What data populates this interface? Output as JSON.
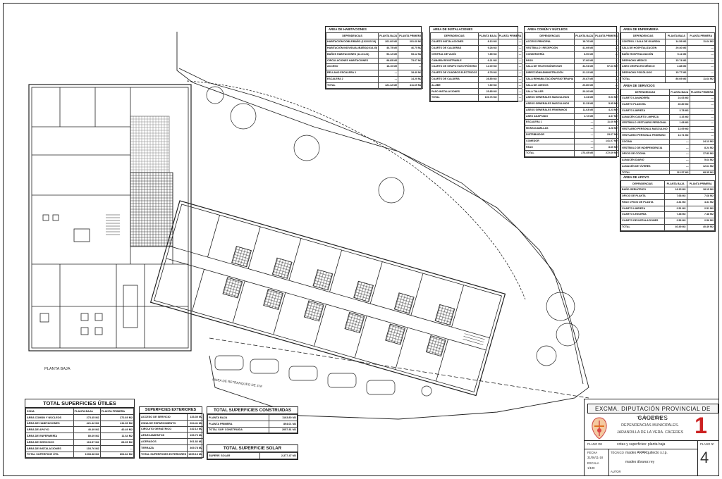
{
  "plan_labels": {
    "planta": "PLANTA BAJA",
    "linea": "LÍNEA DE RETRANQUEO DE 3 M"
  },
  "tables": {
    "habitaciones": {
      "title": "ÁREA DE HABITACIONES",
      "headers": [
        "DEPENDENCIAS",
        "PLANTA BAJA",
        "PLANTA PRIMERA"
      ],
      "rows": [
        [
          "HABITACIÓN DOBLE/BAÑO (1X22/25.18)",
          "201.60 M2",
          "201.60 M2"
        ],
        [
          "HABITACIÓN INDIVIDUAL/BAÑO(2X18.25)",
          "46.75 M2",
          "46.75 M2"
        ],
        [
          "BAÑOS HABITACIONES (12.2/4.24)",
          "53.12 M2",
          "53.12 M2"
        ],
        [
          "CIRCULACIONES HABITACIONES",
          "98.85 M2",
          "73.67 M2"
        ],
        [
          "ACCESO",
          "18.10 M2",
          "---"
        ],
        [
          "RELLANO ESCALERA 2",
          "---",
          "18.40 M2"
        ],
        [
          "ESCALERA 2",
          "---",
          "14.20 M2"
        ],
        [
          "TOTAL",
          "421.42 M2",
          "411.69 M2"
        ]
      ]
    },
    "instalaciones": {
      "title": "ÁREA DE INSTALACIONES",
      "headers": [
        "DEPENDENCIAS",
        "PLANTA BAJA",
        "PLANTA PRIMERA"
      ],
      "rows": [
        [
          "CUARTO INSTALACIONES",
          "8.13 M2",
          "---"
        ],
        [
          "CUARTO DE CALDERAS",
          "9.28 M2",
          "---"
        ],
        [
          "CENTRAL DE VACÍO",
          "7.85 M2",
          "---"
        ],
        [
          "CÁMARA REGISTRABLE",
          "6.21 M2",
          "---"
        ],
        [
          "CUARTO DE GRUPO ELECTRÓGENO",
          "12.00 M2",
          "---"
        ],
        [
          "CUARTO DE CUADROS ELÉCTRICOS",
          "8.78 M2",
          "---"
        ],
        [
          "CUARTO DE CALDERA",
          "28.85 M2",
          "---"
        ],
        [
          "ALJIBE",
          "7.80 M2",
          "---"
        ],
        [
          "PASO INSTALACIONES",
          "25.85 M2",
          "---"
        ],
        [
          "TOTAL",
          "103.76 M2",
          "---"
        ]
      ]
    },
    "comun": {
      "title": "ÁREA COMÚN Y NÚCLEOS",
      "headers": [
        "DEPENDENCIAS",
        "PLANTA BAJA",
        "PLANTA PRIMERA"
      ],
      "rows": [
        [
          "ACCESO PRINCIPAL",
          "18.76 M2",
          "---"
        ],
        [
          "VESTÍBULO / RECEPCIÓN",
          "41.69 M2",
          "---"
        ],
        [
          "CONSERJERÍA",
          "8.00 M2",
          "---"
        ],
        [
          "PASO",
          "17.60 M2",
          "---"
        ],
        [
          "SALA DE TELEVISIÓN/ESTAR",
          "34.94 M2",
          "57.63 M2"
        ],
        [
          "DIRECCIÓN/ADMINISTRACIÓN",
          "21.22 M2",
          "---"
        ],
        [
          "SALA REHABILITACIÓN/FISIOTERAPIA",
          "20.87 M2",
          "---"
        ],
        [
          "SALA DE JUEGOS",
          "20.80 M2",
          "---"
        ],
        [
          "SALA TALLER",
          "20.20 M2",
          "---"
        ],
        [
          "ASEOS GENERALES MASCULINOS",
          "3.34 M2",
          "5.03 M2"
        ],
        [
          "ASEOS GENERALES MASCULINOS",
          "11.33 M2",
          "5.95 M2"
        ],
        [
          "ASEOS GENERALES FEMENINOS",
          "11.63 M2",
          "4.23 M2"
        ],
        [
          "ASEO ADAPTADO",
          "4.72 M2",
          "4.37 M2"
        ],
        [
          "ESCALERA 1",
          "---",
          "11.60 M2"
        ],
        [
          "MONTACAMILLAS",
          "---",
          "4.28 M2"
        ],
        [
          "DISTRIBUIDOR",
          "---",
          "23.67 M2"
        ],
        [
          "COMEDOR",
          "---",
          "141.07 M2"
        ],
        [
          "PASO",
          "---",
          "8.60 M2"
        ],
        [
          "TOTAL",
          "273.45 M2",
          "272.69 M2"
        ]
      ]
    },
    "enfermeria": {
      "title": "ÁREA DE ENFERMERÍA",
      "headers": [
        "DEPENDENCIAS",
        "PLANTA BAJA",
        "PLANTA PRIMERA"
      ],
      "rows": [
        [
          "CONTROL / SALA DE GUARDIA",
          "14.59 M2",
          "11.64 M2"
        ],
        [
          "SALA DE HOSPITALIZACIÓN",
          "29.40 M2",
          "---"
        ],
        [
          "BAÑO HOSPITALIZACIÓN",
          "5.11 M2",
          "---"
        ],
        [
          "DESPACHO MÉDICO",
          "15.74 M2",
          "---"
        ],
        [
          "ASEO DESPACHO MÉDICO",
          "2.88 M2",
          "---"
        ],
        [
          "DESPACHO PSICÓLOGO",
          "15.77 M2",
          "---"
        ],
        [
          "TOTAL",
          "80.69 M2",
          "11.64 M2"
        ]
      ]
    },
    "servicios": {
      "title": "ÁREA DE SERVICIOS",
      "headers": [
        "DEPENDENCIAS",
        "PLANTA BAJA",
        "PLANTA PRIMERA"
      ],
      "rows": [
        [
          "CUARTO LAVANDERÍA",
          "24.03 M2",
          "---"
        ],
        [
          "CUARTO PLANCHA",
          "40.80 M2",
          "---"
        ],
        [
          "CUARTO LIMPIEZA",
          "3.78 M2",
          "---"
        ],
        [
          "ALMACÉN CUARTO LIMPIEZA",
          "3.16 M2",
          "---"
        ],
        [
          "VESTÍBULO VESTUARIO PERSONAL",
          "1.68 M2",
          "---"
        ],
        [
          "VESTUARIO PERSONAL MASCULINO",
          "13.09 M2",
          "---"
        ],
        [
          "VESTUARIO PERSONAL FEMENINO",
          "13.71 M2",
          "---"
        ],
        [
          "COCINA",
          "---",
          "24.13 M2"
        ],
        [
          "VESTÍBULO DE INDEPENDENCIA",
          "---",
          "8.24 M2"
        ],
        [
          "OFICIO DE COCINA",
          "---",
          "17.83 M2"
        ],
        [
          "ALMACÉN DIARIO",
          "---",
          "5.64 M2"
        ],
        [
          "ALMACÉN DE VÍVERES",
          "---",
          "12.61 M2"
        ],
        [
          "TOTAL",
          "113.57 M2",
          "68.35 M2"
        ]
      ]
    },
    "apoyo": {
      "title": "ÁREA DE APOYO",
      "headers": [
        "DEPENDENCIAS",
        "PLANTA BAJA",
        "PLANTA PRIMERA"
      ],
      "rows": [
        [
          "BAÑO GERIÁTRICO",
          "18.15 M2",
          "18.15 M2"
        ],
        [
          "OFICIO DE PLANTA",
          "7.68 M2",
          "7.68 M2"
        ],
        [
          "PASO OFICIO DE PLANTA",
          "4.31 M2",
          "4.31 M2"
        ],
        [
          "CUARTO LIMPIEZA",
          "2.51 M2",
          "2.51 M2"
        ],
        [
          "CUARTO LENCERÍA",
          "7.48 M2",
          "7.48 M2"
        ],
        [
          "CUARTO DE INSTALACIONES",
          "2.56 M2",
          "2.56 M2"
        ],
        [
          "TOTAL",
          "40.49 M2",
          "40.49 M2"
        ]
      ]
    }
  },
  "totals": {
    "utiles": {
      "title": "TOTAL SUPERFICIES ÚTILES",
      "headers": [
        "ZONA",
        "PLANTA BAJA",
        "PLANTA PRIMERA"
      ],
      "rows": [
        [
          "ÁREA COMÚN Y NÚCLEOS",
          "273.45 M2",
          "272.69 M2"
        ],
        [
          "ÁREA DE HABITACIONES",
          "421.42 M2",
          "411.69 M2"
        ],
        [
          "ÁREA DE APOYO",
          "40.49 M2",
          "40.49 M2"
        ],
        [
          "ÁREA DE ENFERMERÍA",
          "80.69 M2",
          "11.64 M2"
        ],
        [
          "ÁREA DE SERVICIOS",
          "113.57 M2",
          "68.35 M2"
        ],
        [
          "ÁREA DE INSTALACIONES",
          "103.76 M2",
          "---"
        ],
        [
          "TOTAL SUPERFICIE ÚTIL",
          "1033.38 M2",
          "804.84 M2"
        ]
      ]
    },
    "exteriores": {
      "title": "SUPERFICIES EXTERIORES",
      "rows": [
        [
          "ACCESO DE SERVICIO",
          "133.30 M2"
        ],
        [
          "ZONA DE ESPARCIMIENTO",
          "204.41 M2"
        ],
        [
          "CIRCUITO GERIÁTRICO",
          "232.12 M2"
        ],
        [
          "APARCAMIENTOS",
          "153.70 M2"
        ],
        [
          "ACERADOS",
          "301.82 M2"
        ],
        [
          "TERRAZA",
          "369.78 M2"
        ],
        [
          "TOTAL SUPERFICIES EXTERIORES",
          "1395.13 M2"
        ]
      ]
    },
    "construidas": {
      "title": "TOTAL SUPERFICIES CONSTRUIDAS",
      "rows": [
        [
          "PLANTA BAJA",
          "1163.80 M2"
        ],
        [
          "PLANTA PRIMERA",
          "894.01 M2"
        ],
        [
          "TOTAL SUP. CONSTRUIDA",
          "2057.81 M2"
        ]
      ]
    },
    "solar": {
      "title": "TOTAL SUPERFICIE SOLAR",
      "rows": [
        [
          "SUPERF. SOLAR",
          "2,377.47 M2"
        ]
      ]
    }
  },
  "cartouche": {
    "header": "EXCMA. DIPUTACIÓN PROVINCIAL DE CÁCERES",
    "project": "\"PLAN ACTIVA\"",
    "subject": "DEPENDENCIAS MUNICIPALES.",
    "place": "JARANDILLA DE LA VERA. CÁCERES",
    "sheet_number": "1",
    "plano_label": "PLANO DE",
    "plano_title": "cotas y superficies: planta baja",
    "fecha_label": "FECHA",
    "fecha": "31/06/11-18",
    "escala_label": "ESCALA",
    "escala": "1/100",
    "tecnico_label": "TÉCNICO",
    "tecnico": "madeo ARARquitecto s.l.p.",
    "autor_label": "AUTOR",
    "autor": "madeo álvarez rey",
    "page_label": "PLANO Nº",
    "page": "4"
  }
}
